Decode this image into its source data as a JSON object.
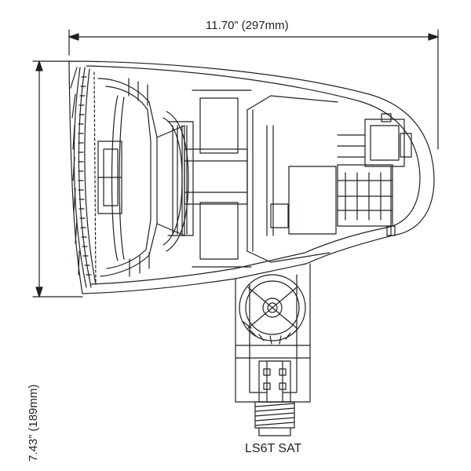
{
  "dimensions": {
    "width": "11.70” (297mm)",
    "height": "7.43” (189mm)"
  },
  "model_label": "LS6T SAT",
  "colors": {
    "line": "#231f20",
    "background": "#ffffff"
  }
}
